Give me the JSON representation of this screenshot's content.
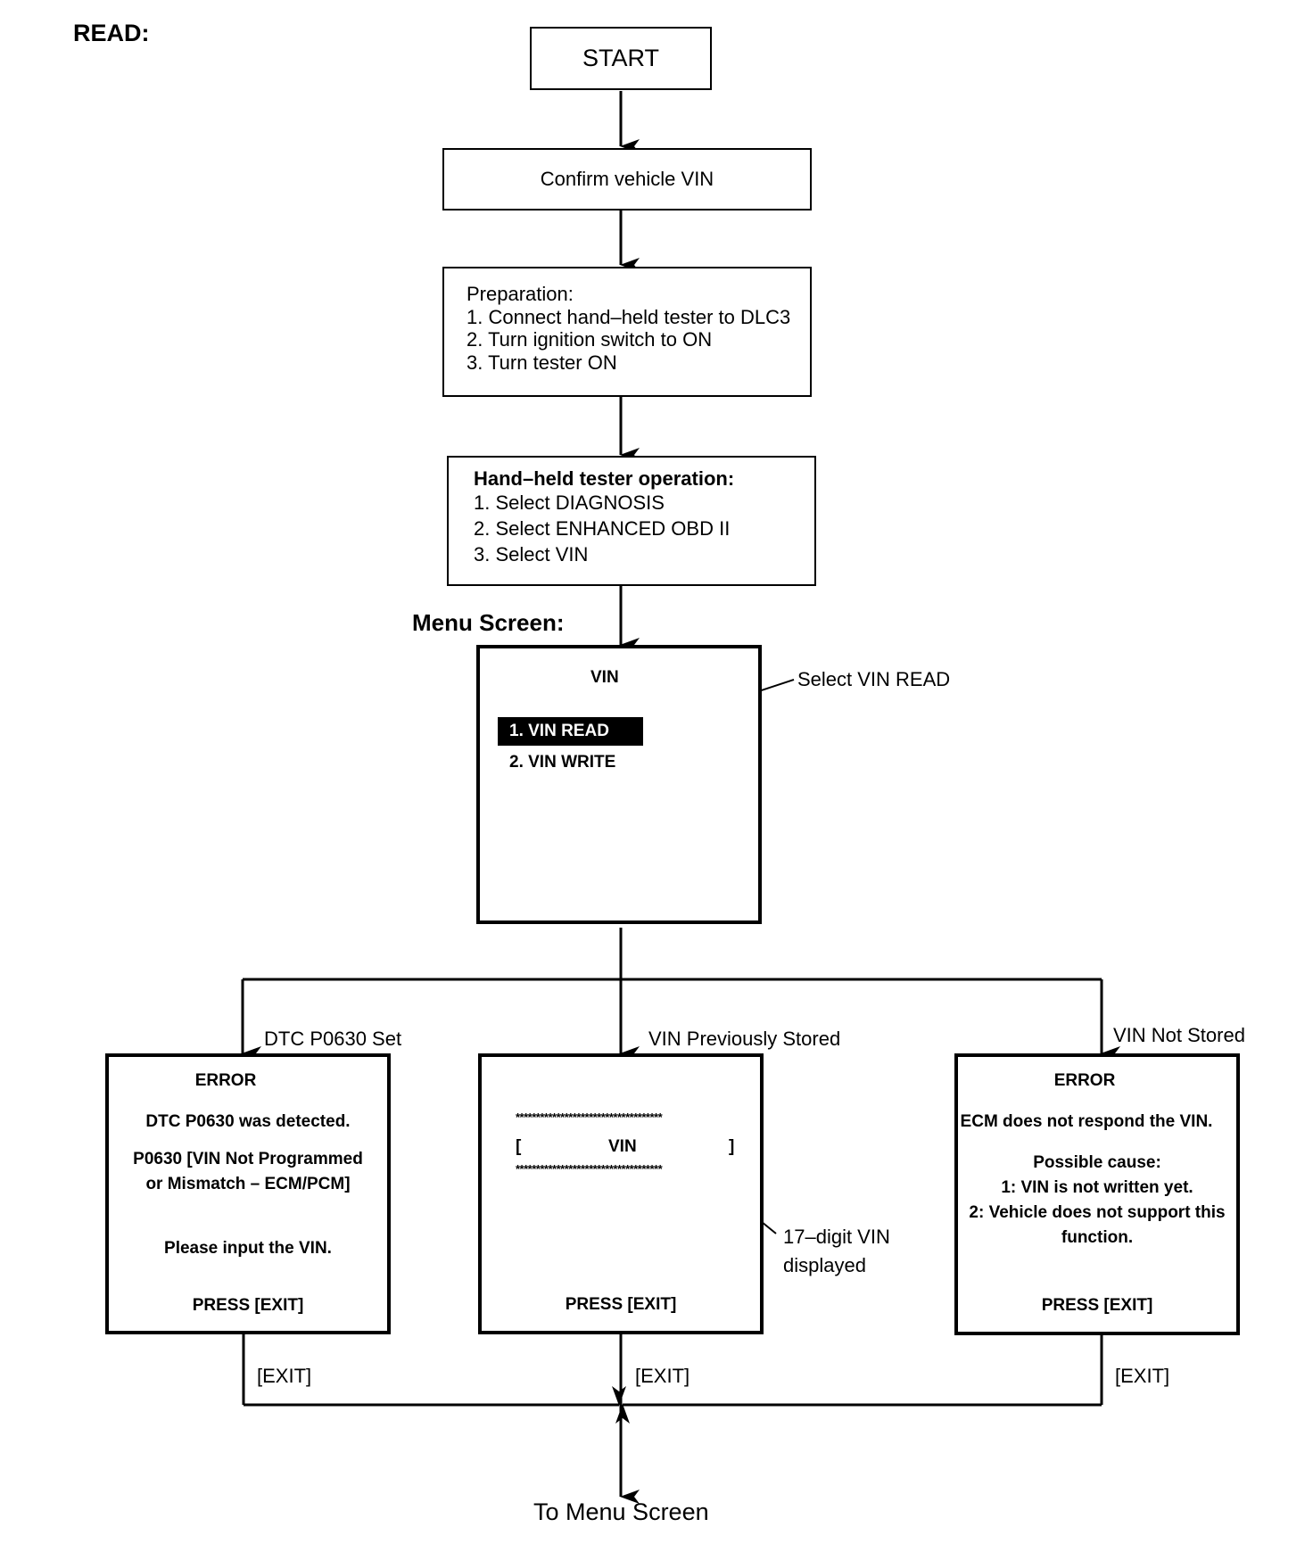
{
  "section_title": "READ:",
  "start": "START",
  "confirm": "Confirm vehicle VIN",
  "preparation": {
    "title": "Preparation:",
    "steps": [
      "1. Connect hand–held tester to DLC3",
      "2. Turn ignition switch to ON",
      "3. Turn tester ON"
    ]
  },
  "operation": {
    "title": "Hand–held tester operation:",
    "steps": [
      "1. Select DIAGNOSIS",
      "2. Select ENHANCED OBD II",
      "3. Select VIN"
    ]
  },
  "menu_screen": {
    "heading": "Menu Screen:",
    "title": "VIN",
    "item1": "1. VIN READ",
    "item2": "2. VIN WRITE",
    "callout": "Select VIN READ"
  },
  "branches": {
    "left_label": "DTC P0630 Set",
    "center_label": "VIN Previously Stored",
    "right_label": "VIN Not Stored"
  },
  "left_screen": {
    "title": "ERROR",
    "line1": "DTC P0630 was detected.",
    "line2": "P0630  [VIN Not Programmed",
    "line3": "or Mismatch – ECM/PCM]",
    "line4": "Please input the VIN.",
    "press": "PRESS [EXIT]"
  },
  "center_screen": {
    "stars": "************************************",
    "bracket_open": "[",
    "vin": "VIN",
    "bracket_close": "]",
    "press": "PRESS [EXIT]",
    "callout_line1": "17–digit VIN",
    "callout_line2": "displayed"
  },
  "right_screen": {
    "title": "ERROR",
    "line1": "ECM does not respond the VIN.",
    "line2": "Possible cause:",
    "line3": "1: VIN is not written yet.",
    "line4": "2: Vehicle does not support this",
    "line5": "function.",
    "press": "PRESS [EXIT]"
  },
  "exit_label": "[EXIT]",
  "end": "To Menu Screen"
}
